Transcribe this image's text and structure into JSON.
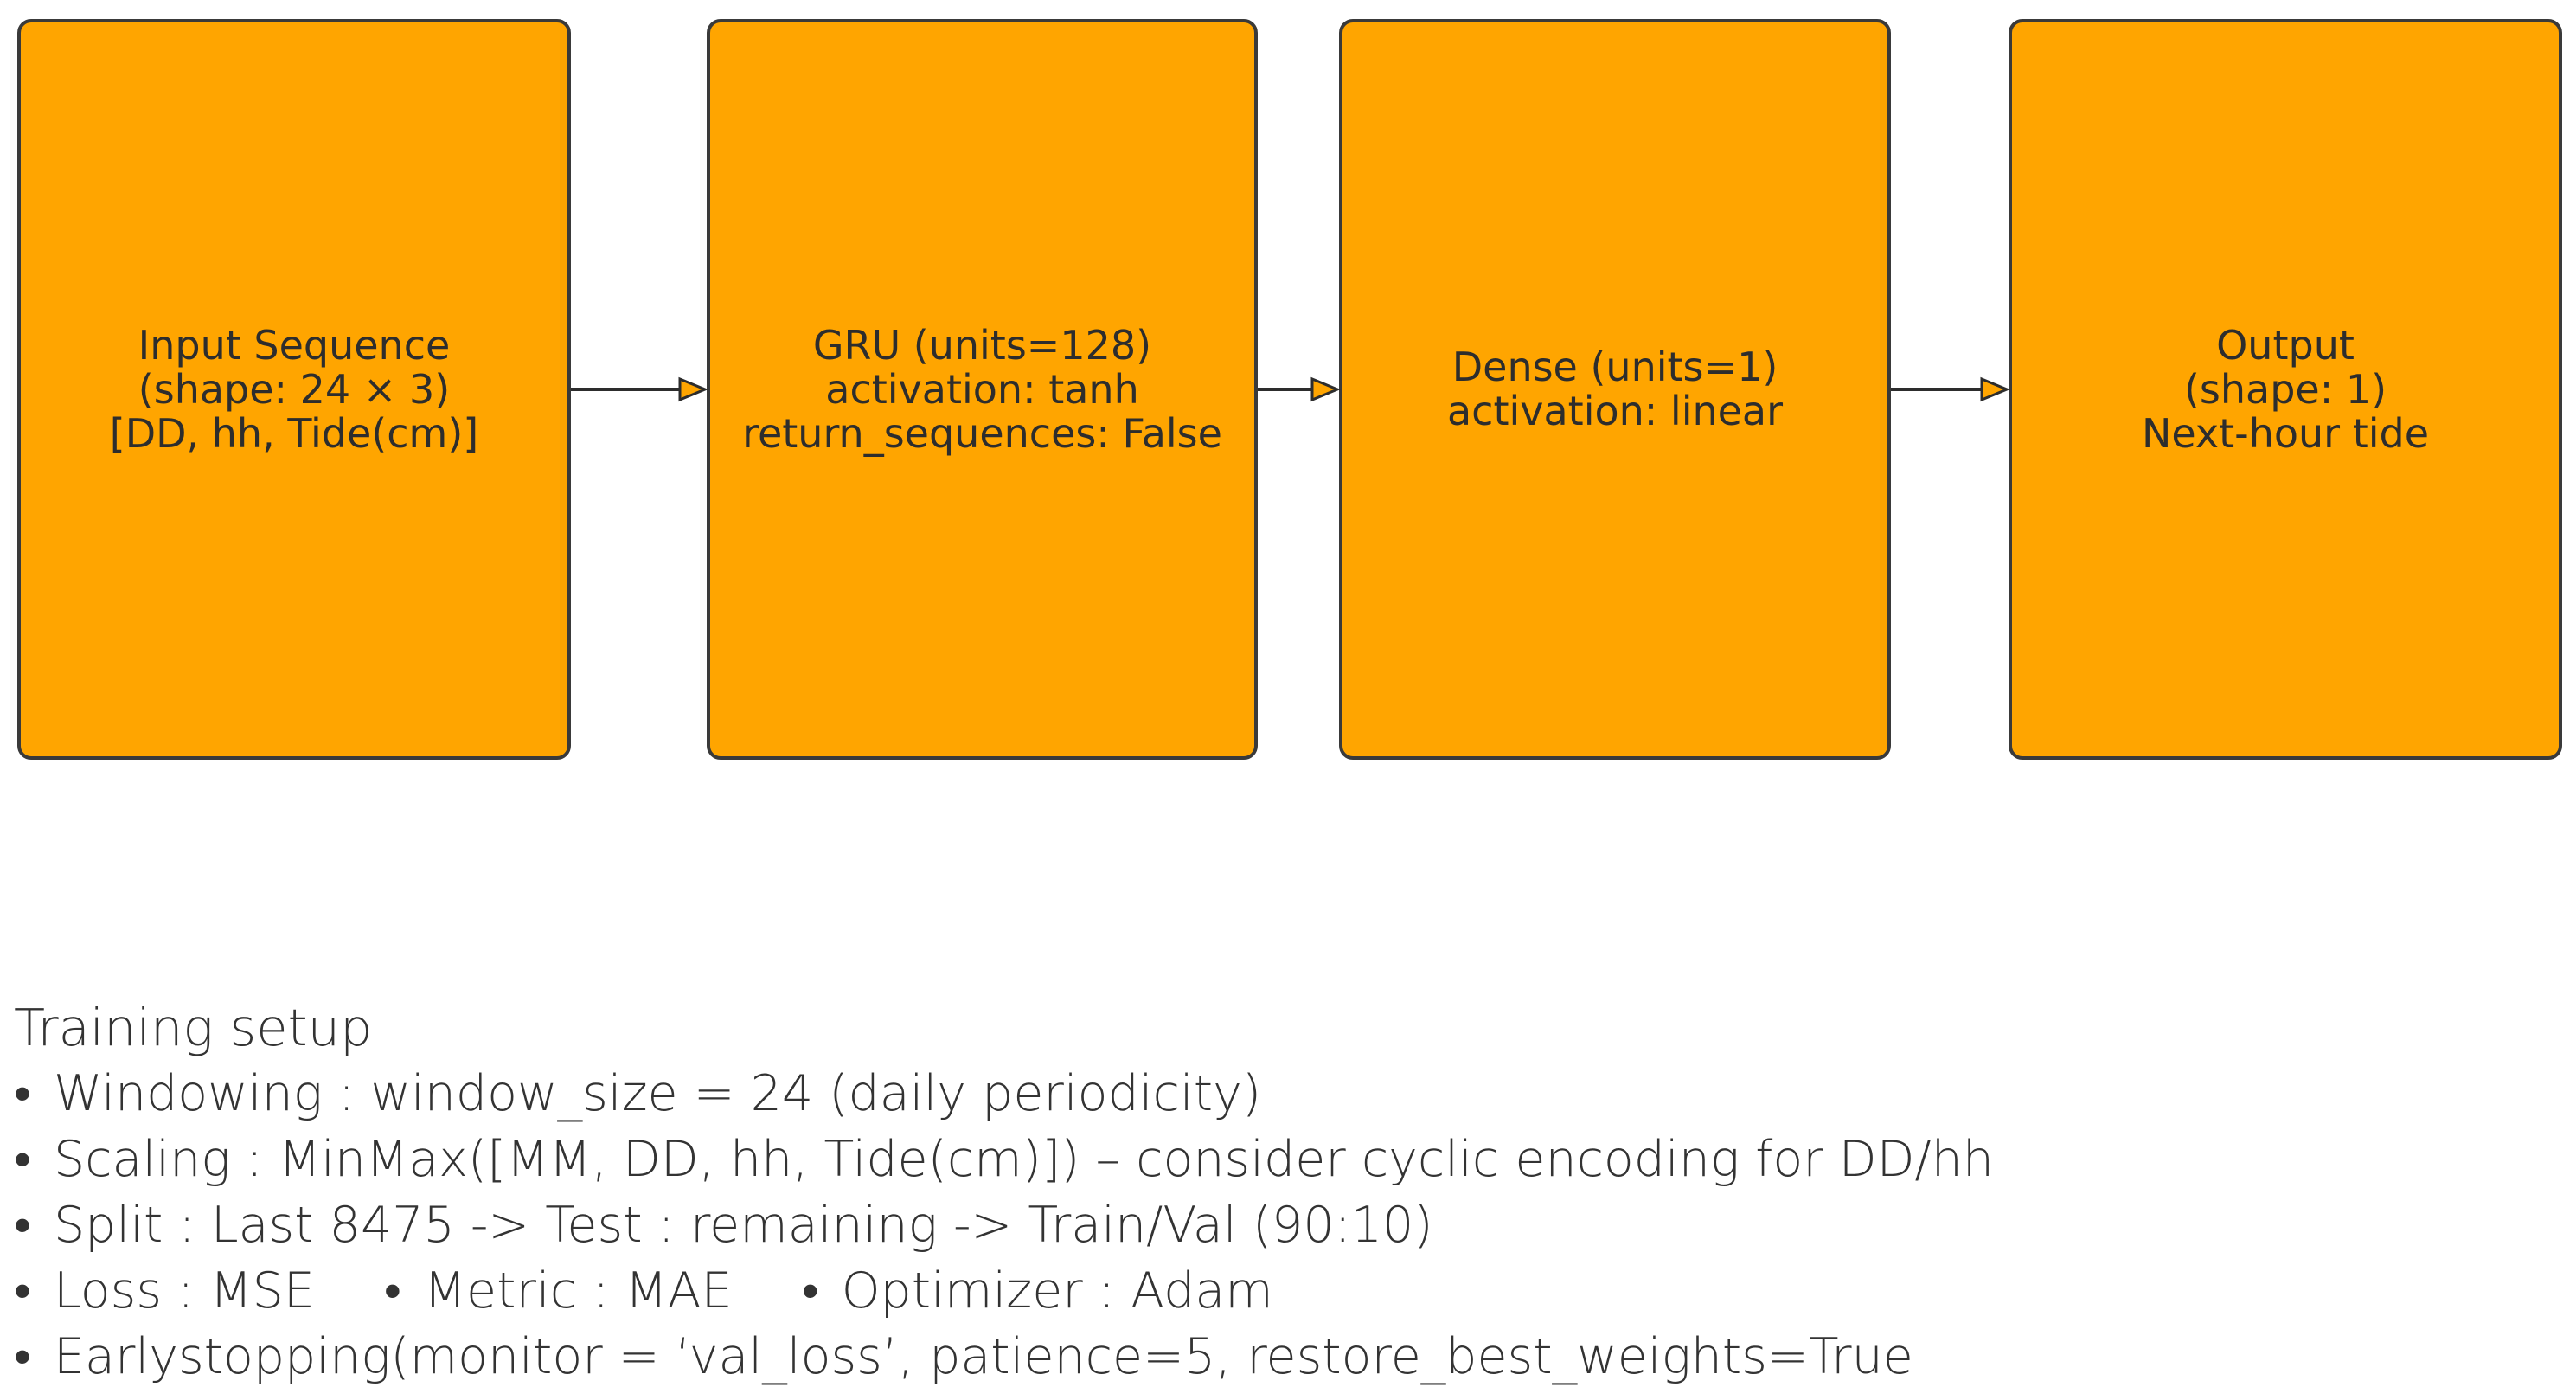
{
  "colors": {
    "block_fill": "#FFA500",
    "block_border": "#3a3a3a",
    "arrow": "#2d2d2d",
    "arrow_head_fill": "#FFA500",
    "text": "#333333"
  },
  "blocks": [
    {
      "id": "input",
      "lines": [
        "Input Sequence",
        "(shape: 24 × 3)",
        "[DD, hh, Tide(cm)]"
      ]
    },
    {
      "id": "gru",
      "lines": [
        "GRU (units=128)",
        "activation: tanh",
        "return_sequences: False"
      ]
    },
    {
      "id": "dense",
      "lines": [
        "Dense (units=1)",
        "activation: linear"
      ]
    },
    {
      "id": "output",
      "lines": [
        "Output",
        "(shape: 1)",
        "Next-hour tide"
      ]
    }
  ],
  "training_setup": {
    "title": "Training setup",
    "bullet": "•",
    "items": [
      "Windowing : window_size = 24 (daily periodicity)",
      "Scaling : MinMax([MM, DD, hh, Tide(cm)]) – consider cyclic encoding for DD/hh",
      "Split : Last 8475 -> Test : remaining -> Train/Val (90:10)",
      "Earlystopping(monitor = ‘val_loss’, patience=5, restore_best_weights=True"
    ],
    "inline_items": [
      "Loss : MSE",
      "Metric : MAE",
      "Optimizer : Adam"
    ]
  }
}
